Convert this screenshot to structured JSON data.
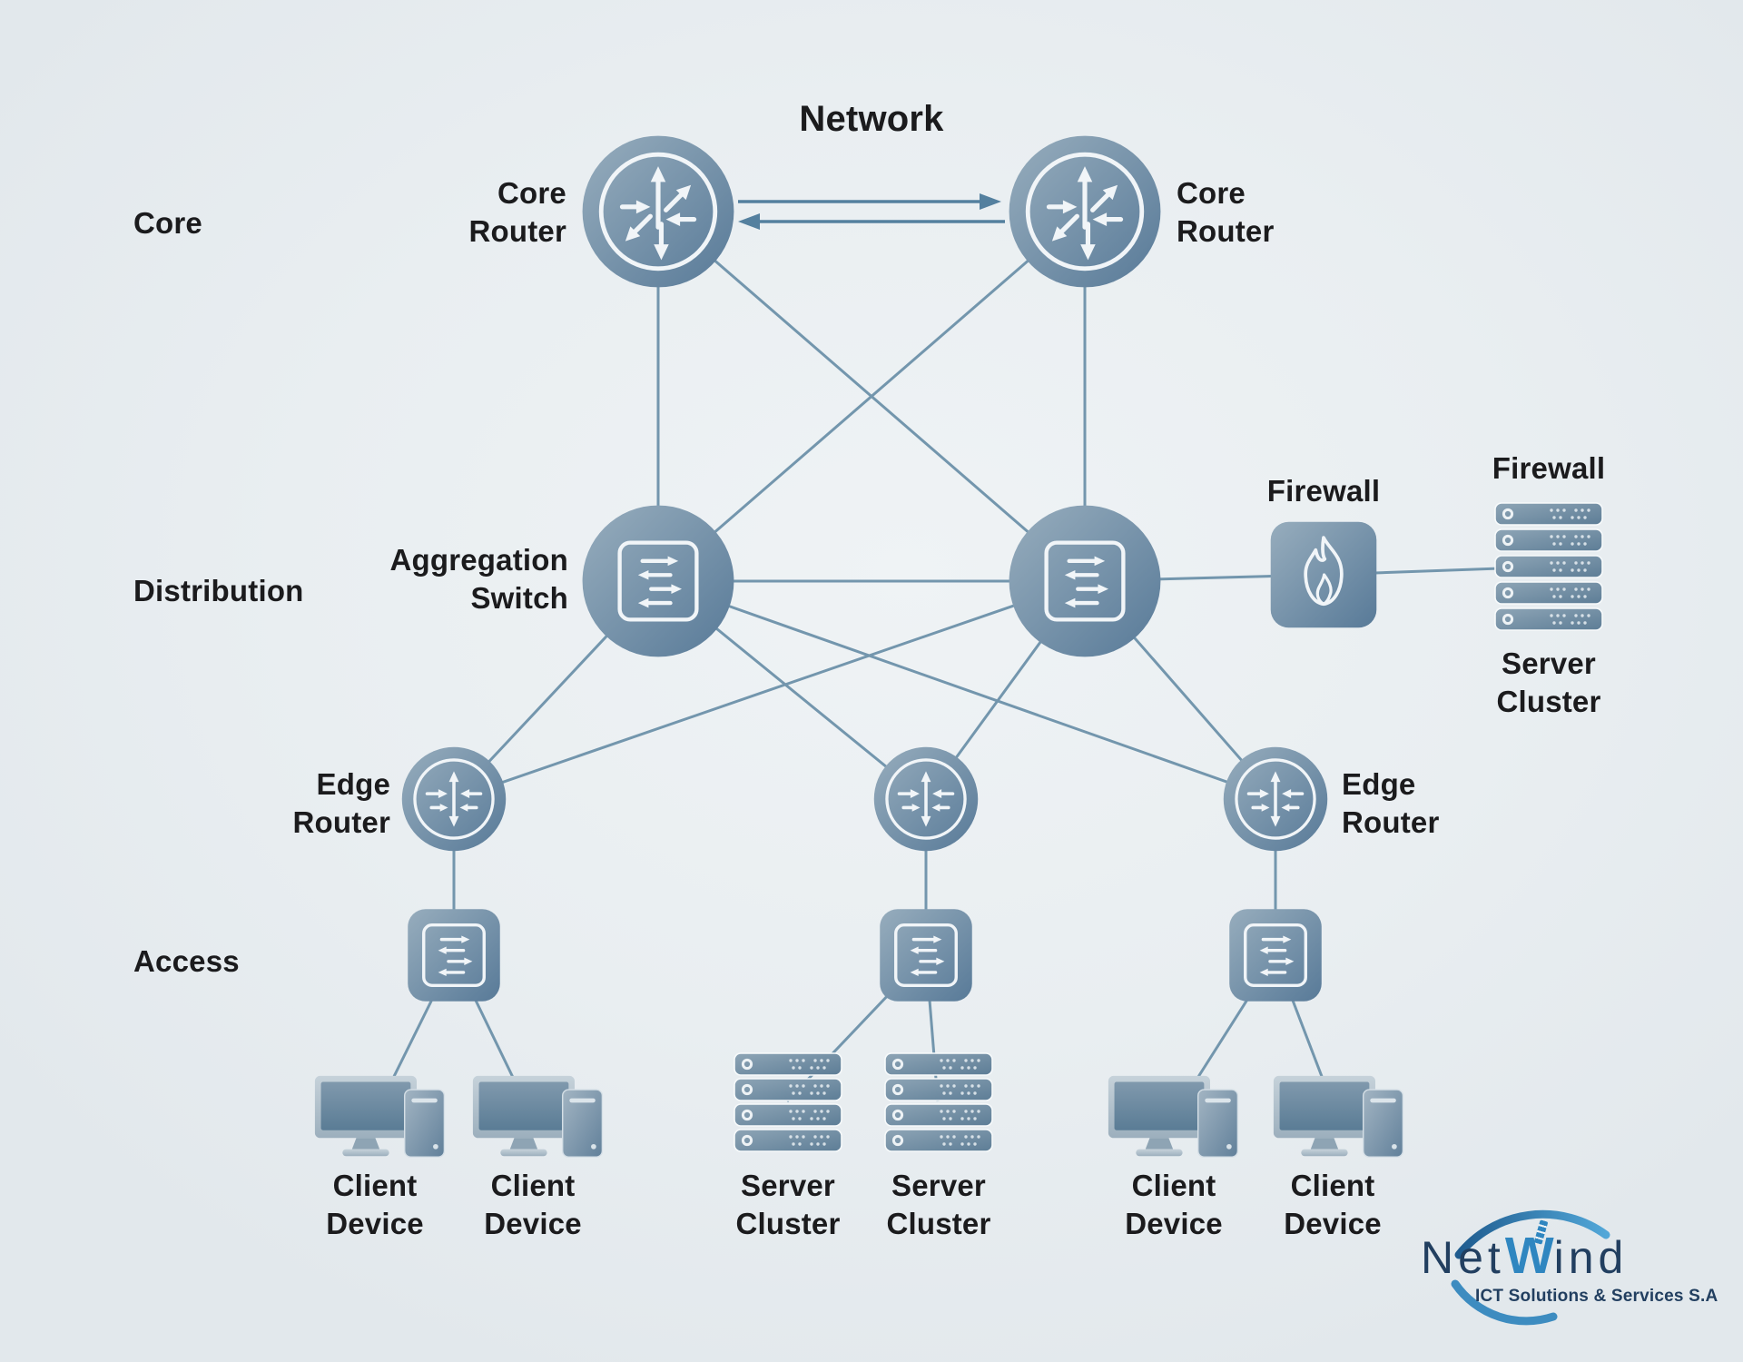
{
  "title": "Network",
  "layers": {
    "core": "Core",
    "distribution": "Distribution",
    "access": "Access"
  },
  "labels": {
    "core_router_left": "Core\nRouter",
    "core_router_right": "Core\nRouter",
    "aggregation_switch": "Aggregation\nSwitch",
    "firewall": "Firewall",
    "firewall_above_stack": "Firewall",
    "server_cluster_right": "Server\nCluster",
    "edge_router_left": "Edge\nRouter",
    "edge_router_right": "Edge\nRouter",
    "client_device_1": "Client\nDevice",
    "client_device_2": "Client\nDevice",
    "server_cluster_bottom_left": "Server\nCluster",
    "server_cluster_bottom_right": "Server\nCluster",
    "client_device_3": "Client\nDevice",
    "client_device_4": "Client\nDevice"
  },
  "logo": {
    "name_prefix": "Net",
    "name_accent": "W",
    "name_suffix": "ind",
    "tagline": "ICT Solutions & Services S.A"
  },
  "colors": {
    "background": "#e9eef1",
    "node_gradient_start": "#97adbd",
    "node_gradient_end": "#587a98",
    "connection_line": "#7396ad",
    "arrow": "#54809f",
    "icon_stroke": "#f1f5f8",
    "text": "#1b1b1d",
    "logo_navy": "#223f60",
    "logo_blue": "#2f86c0"
  },
  "icons": {
    "router": "circle with multidirectional arrows",
    "switch": "rounded square with opposing horizontal arrows",
    "firewall": "rounded square with flame",
    "server_stack": "stacked rack units with indicator ring and dot matrix",
    "client": "desktop monitor with tower pc"
  },
  "diagram": {
    "type": "network-topology",
    "nodes": [
      {
        "id": "core-router-left",
        "kind": "router",
        "layer": "Core",
        "label": "Core Router"
      },
      {
        "id": "core-router-right",
        "kind": "router",
        "layer": "Core",
        "label": "Core Router"
      },
      {
        "id": "aggregation-switch",
        "kind": "switch",
        "layer": "Distribution",
        "label": "Aggregation Switch"
      },
      {
        "id": "distribution-switch-right",
        "kind": "switch",
        "layer": "Distribution",
        "label": ""
      },
      {
        "id": "firewall",
        "kind": "firewall",
        "layer": "Distribution",
        "label": "Firewall"
      },
      {
        "id": "server-cluster-right",
        "kind": "server-stack",
        "layer": "Distribution",
        "label": "Server Cluster"
      },
      {
        "id": "edge-router-left",
        "kind": "router",
        "layer": "Access",
        "label": "Edge Router"
      },
      {
        "id": "edge-router-middle",
        "kind": "router",
        "layer": "Access",
        "label": ""
      },
      {
        "id": "edge-router-right",
        "kind": "router",
        "layer": "Access",
        "label": "Edge Router"
      },
      {
        "id": "access-switch-left",
        "kind": "switch",
        "layer": "Access",
        "label": ""
      },
      {
        "id": "access-switch-middle",
        "kind": "switch",
        "layer": "Access",
        "label": ""
      },
      {
        "id": "access-switch-right",
        "kind": "switch",
        "layer": "Access",
        "label": ""
      },
      {
        "id": "client-device-1",
        "kind": "client",
        "label": "Client Device"
      },
      {
        "id": "client-device-2",
        "kind": "client",
        "label": "Client Device"
      },
      {
        "id": "server-cluster-bottom-left",
        "kind": "server-stack",
        "label": "Server Cluster"
      },
      {
        "id": "server-cluster-bottom-right",
        "kind": "server-stack",
        "label": "Server Cluster"
      },
      {
        "id": "client-device-3",
        "kind": "client",
        "label": "Client Device"
      },
      {
        "id": "client-device-4",
        "kind": "client",
        "label": "Client Device"
      }
    ],
    "connections": [
      {
        "from": "core-router-left",
        "to": "core-router-right",
        "style": "double-arrow"
      },
      {
        "from": "core-router-left",
        "to": "aggregation-switch"
      },
      {
        "from": "core-router-right",
        "to": "distribution-switch-right"
      },
      {
        "from": "core-router-left",
        "to": "distribution-switch-right"
      },
      {
        "from": "core-router-right",
        "to": "aggregation-switch"
      },
      {
        "from": "aggregation-switch",
        "to": "distribution-switch-right"
      },
      {
        "from": "distribution-switch-right",
        "to": "firewall"
      },
      {
        "from": "firewall",
        "to": "server-cluster-right"
      },
      {
        "from": "aggregation-switch",
        "to": "edge-router-left"
      },
      {
        "from": "aggregation-switch",
        "to": "edge-router-middle"
      },
      {
        "from": "aggregation-switch",
        "to": "edge-router-right"
      },
      {
        "from": "distribution-switch-right",
        "to": "edge-router-left"
      },
      {
        "from": "distribution-switch-right",
        "to": "edge-router-middle"
      },
      {
        "from": "distribution-switch-right",
        "to": "edge-router-right"
      },
      {
        "from": "edge-router-left",
        "to": "access-switch-left"
      },
      {
        "from": "edge-router-middle",
        "to": "access-switch-middle"
      },
      {
        "from": "edge-router-right",
        "to": "access-switch-right"
      },
      {
        "from": "access-switch-left",
        "to": "client-device-1"
      },
      {
        "from": "access-switch-left",
        "to": "client-device-2"
      },
      {
        "from": "access-switch-middle",
        "to": "server-cluster-bottom-left"
      },
      {
        "from": "access-switch-middle",
        "to": "server-cluster-bottom-right"
      },
      {
        "from": "access-switch-right",
        "to": "client-device-3"
      },
      {
        "from": "access-switch-right",
        "to": "client-device-4"
      }
    ]
  }
}
